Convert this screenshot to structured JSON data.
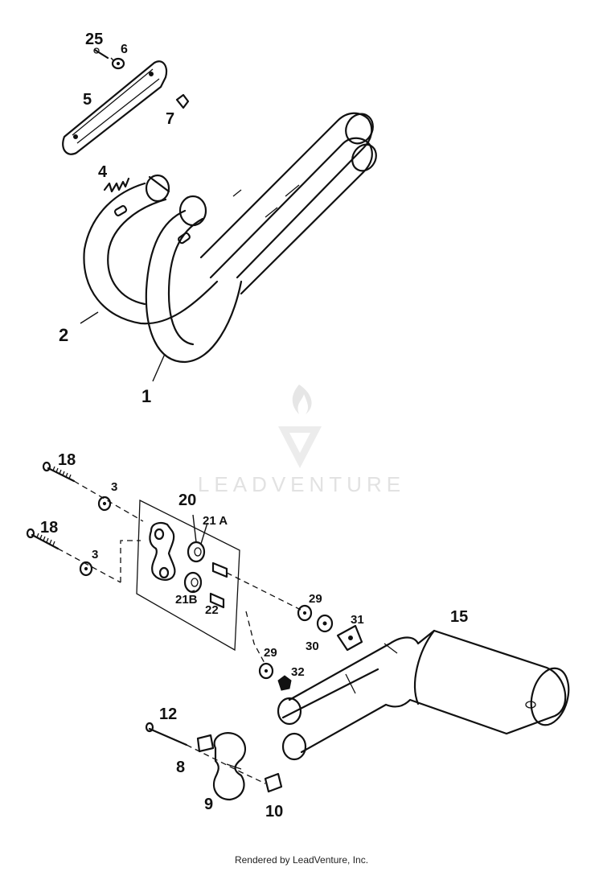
{
  "watermark": {
    "brand": "LEADVENTURE"
  },
  "footer": {
    "text": "Rendered by LeadVenture, Inc."
  },
  "callouts": {
    "c1": "1",
    "c2": "2",
    "c3a": "3",
    "c3b": "3",
    "c4": "4",
    "c5": "5",
    "c6": "6",
    "c7": "7",
    "c8": "8",
    "c9": "9",
    "c10": "10",
    "c12": "12",
    "c15": "15",
    "c18a": "18",
    "c18b": "18",
    "c20": "20",
    "c21a": "21 A",
    "c21b": "21B",
    "c22": "22",
    "c25": "25",
    "c29a": "29",
    "c29b": "29",
    "c30": "30",
    "c31": "31",
    "c32": "32"
  }
}
